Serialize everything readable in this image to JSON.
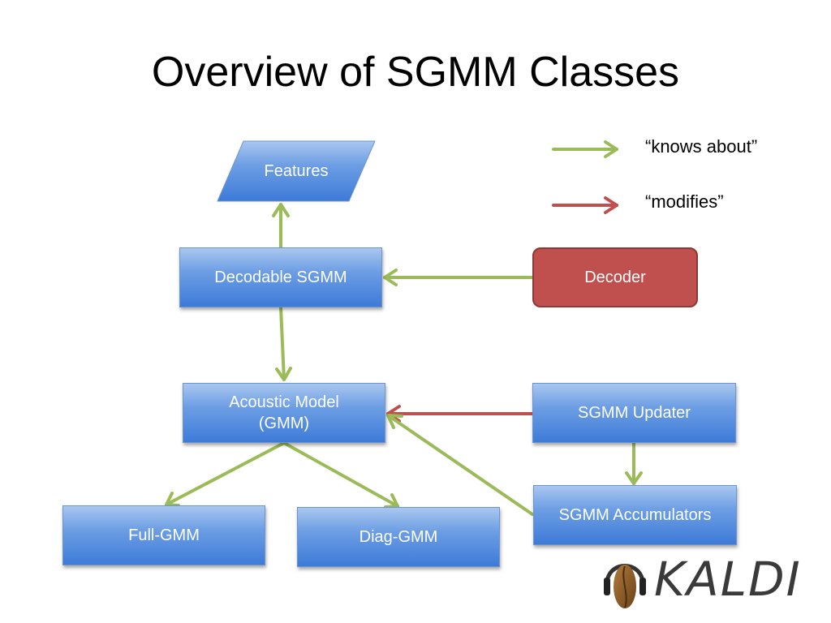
{
  "title": "Overview of SGMM Classes",
  "legend": {
    "knows_about": "“knows about”",
    "modifies": "“modifies”",
    "knows_color": "#9bbb59",
    "modifies_color": "#c0504d"
  },
  "nodes": {
    "features": "Features",
    "decodable_sgmm": "Decodable SGMM",
    "decoder": "Decoder",
    "acoustic_model_line1": "Acoustic Model",
    "acoustic_model_line2": "(GMM)",
    "sgmm_updater": "SGMM Updater",
    "full_gmm": "Full-GMM",
    "diag_gmm": "Diag-GMM",
    "sgmm_accumulators": "SGMM Accumulators"
  },
  "logo": {
    "text": "KALDI"
  }
}
